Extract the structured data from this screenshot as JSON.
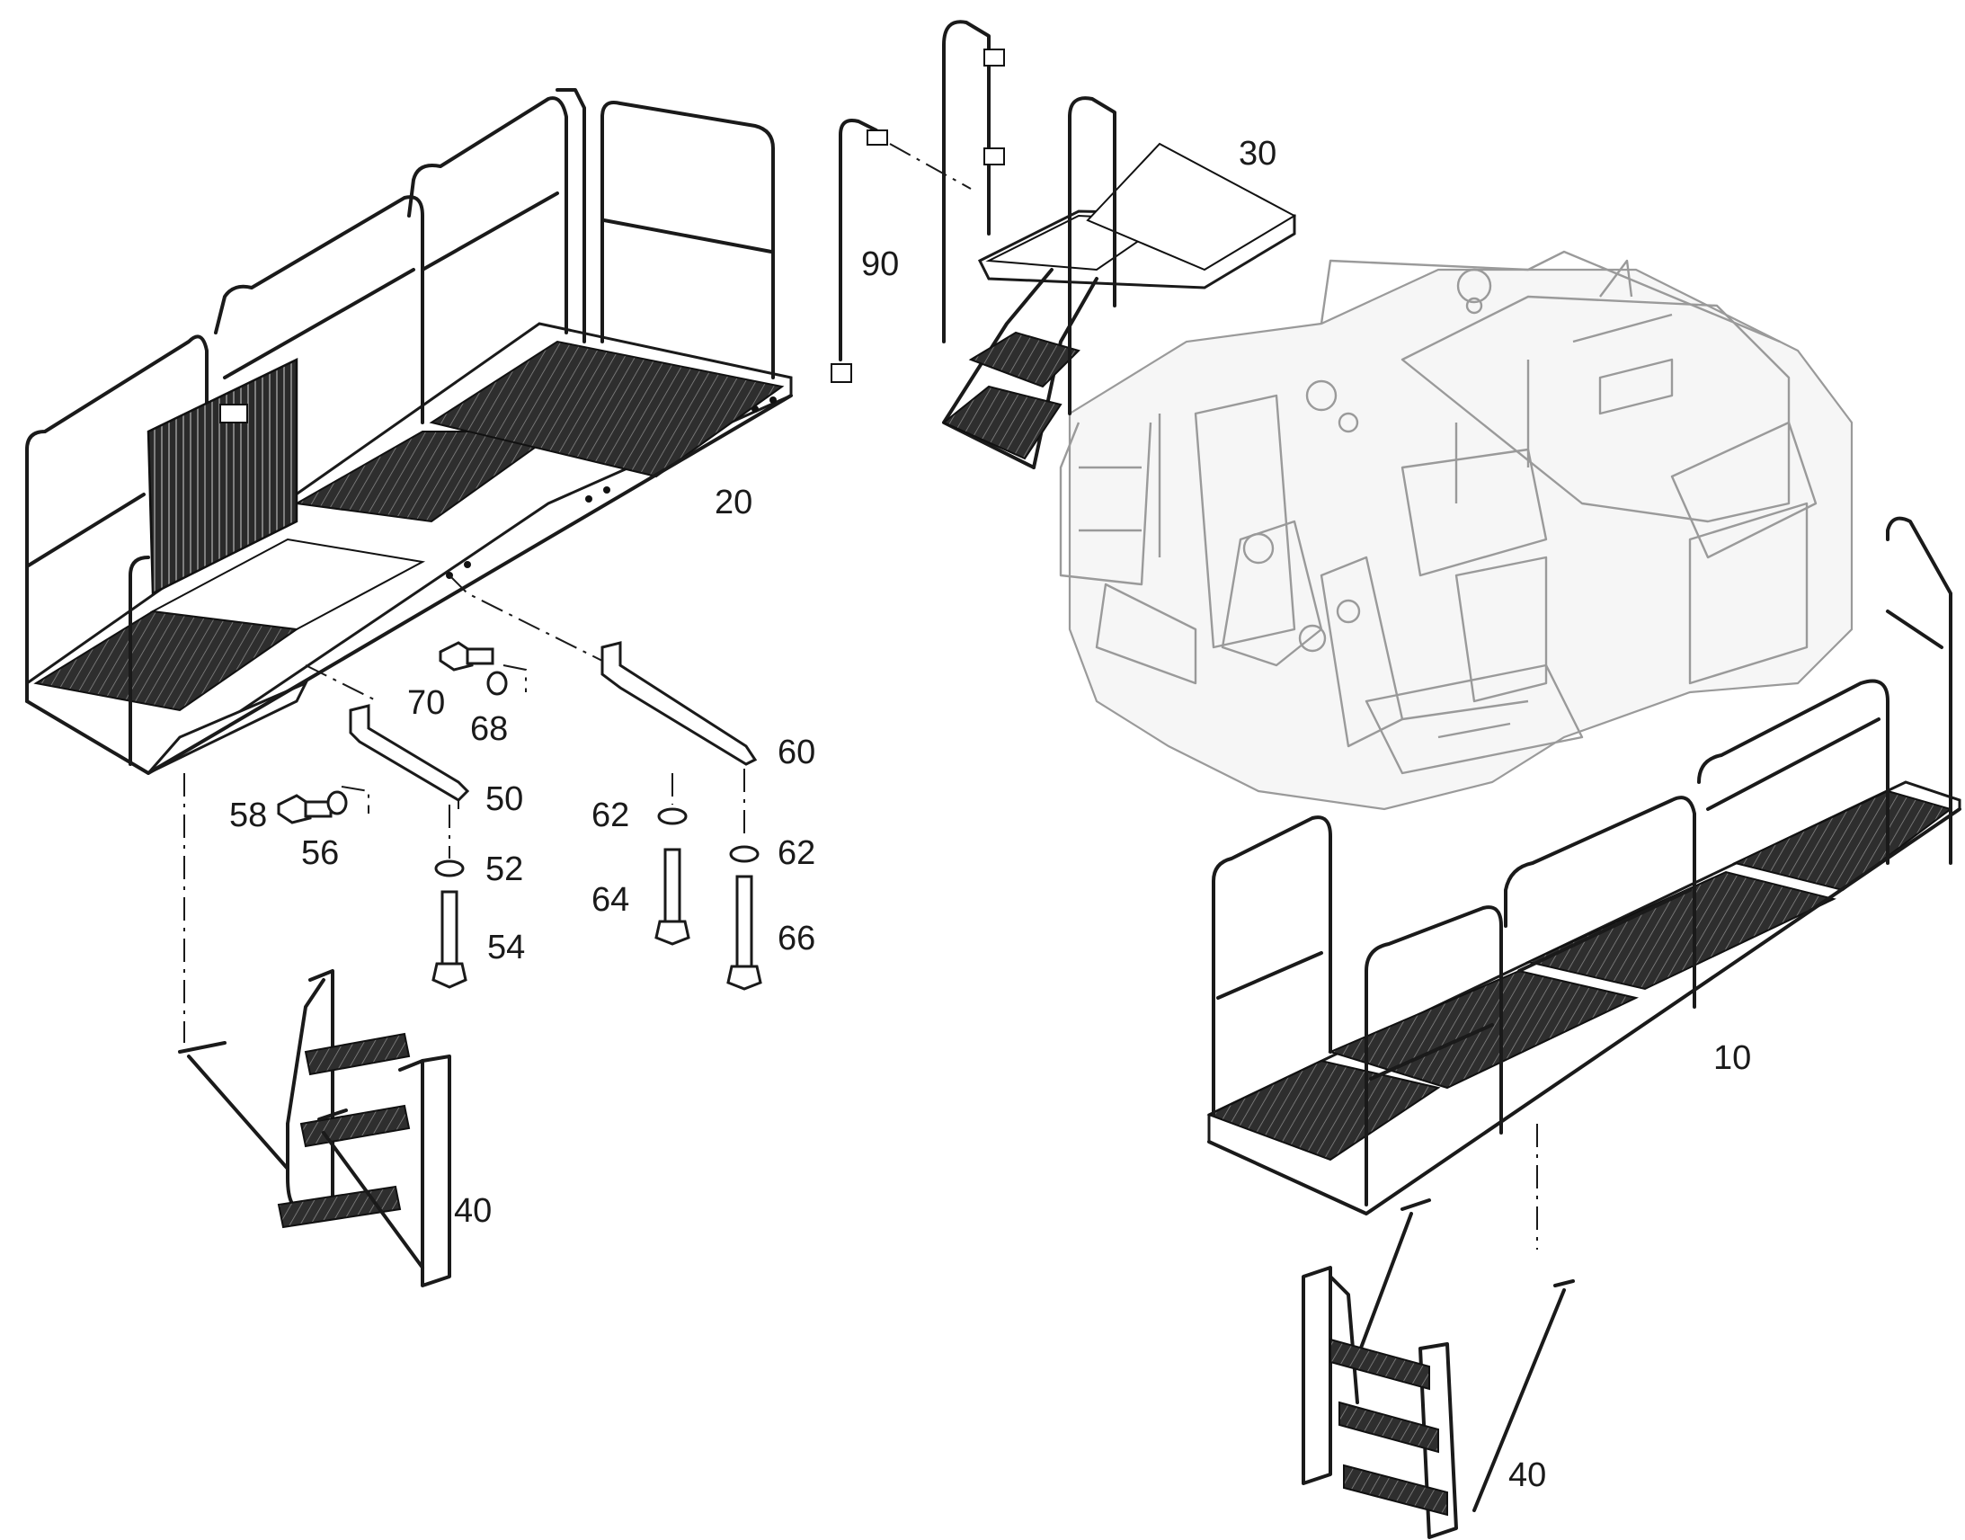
{
  "callouts": {
    "c10": "10",
    "c20": "20",
    "c30": "30",
    "c40_left": "40",
    "c40_right": "40",
    "c50": "50",
    "c52": "52",
    "c54": "54",
    "c56": "56",
    "c58": "58",
    "c60": "60",
    "c62_left": "62",
    "c62_right": "62",
    "c64": "64",
    "c66": "66",
    "c68": "68",
    "c70": "70",
    "c90": "90"
  }
}
